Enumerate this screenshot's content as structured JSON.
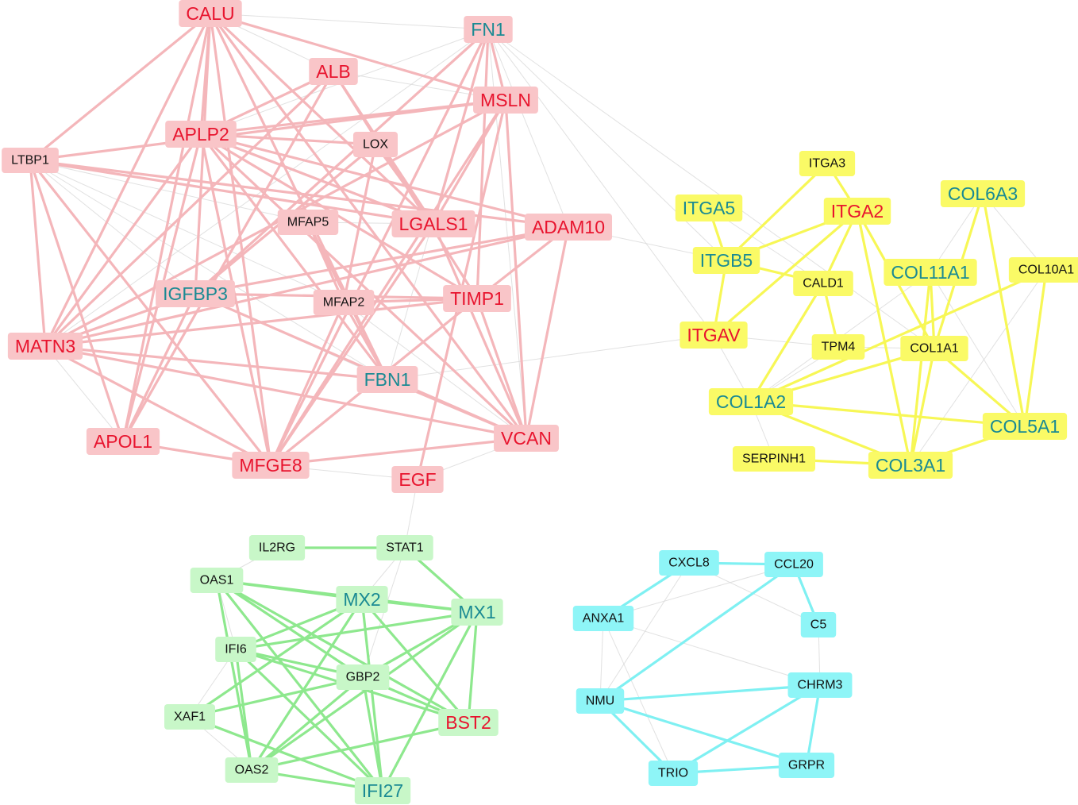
{
  "colors": {
    "pink_fill": "#f9c5c8",
    "pink_edge": "#f4b6ba",
    "yellow_fill": "#fafa66",
    "yellow_edge": "#f7f756",
    "green_fill": "#c8f7c8",
    "green_edge": "#8ee88e",
    "cyan_fill": "#8ef5f7",
    "cyan_edge": "#7ff0f2",
    "faint_edge": "#d9d9d9",
    "text_red": "#e8142e",
    "text_teal": "#1a8a93",
    "text_black": "#111111"
  },
  "clusters": [
    {
      "id": "pink",
      "fill_key": "pink_fill",
      "edge_key": "pink_edge",
      "nodes": [
        {
          "id": "CALU",
          "label": "CALU",
          "tone": "red",
          "big": true
        },
        {
          "id": "FN1",
          "label": "FN1",
          "tone": "teal",
          "big": true
        },
        {
          "id": "ALB",
          "label": "ALB",
          "tone": "red",
          "big": true
        },
        {
          "id": "MSLN",
          "label": "MSLN",
          "tone": "red",
          "big": true
        },
        {
          "id": "APLP2",
          "label": "APLP2",
          "tone": "red",
          "big": true
        },
        {
          "id": "LOX",
          "label": "LOX",
          "tone": "black",
          "big": false
        },
        {
          "id": "LTBP1",
          "label": "LTBP1",
          "tone": "black",
          "big": false
        },
        {
          "id": "MFAP5",
          "label": "MFAP5",
          "tone": "black",
          "big": false
        },
        {
          "id": "LGALS1",
          "label": "LGALS1",
          "tone": "red",
          "big": true
        },
        {
          "id": "ADAM10",
          "label": "ADAM10",
          "tone": "red",
          "big": true
        },
        {
          "id": "IGFBP3",
          "label": "IGFBP3",
          "tone": "teal",
          "big": true
        },
        {
          "id": "MFAP2",
          "label": "MFAP2",
          "tone": "black",
          "big": false
        },
        {
          "id": "TIMP1",
          "label": "TIMP1",
          "tone": "red",
          "big": true
        },
        {
          "id": "MATN3",
          "label": "MATN3",
          "tone": "red",
          "big": true
        },
        {
          "id": "FBN1",
          "label": "FBN1",
          "tone": "teal",
          "big": true
        },
        {
          "id": "APOL1",
          "label": "APOL1",
          "tone": "red",
          "big": true
        },
        {
          "id": "MFGE8",
          "label": "MFGE8",
          "tone": "red",
          "big": true
        },
        {
          "id": "VCAN",
          "label": "VCAN",
          "tone": "red",
          "big": true
        },
        {
          "id": "EGF",
          "label": "EGF",
          "tone": "red",
          "big": true
        }
      ],
      "edges": [
        [
          "CALU",
          "LTBP1"
        ],
        [
          "CALU",
          "APLP2"
        ],
        [
          "CALU",
          "MSLN"
        ],
        [
          "CALU",
          "IGFBP3"
        ],
        [
          "CALU",
          "MATN3"
        ],
        [
          "CALU",
          "MFGE8"
        ],
        [
          "CALU",
          "VCAN"
        ],
        [
          "CALU",
          "LGALS1"
        ],
        [
          "CALU",
          "APOL1"
        ],
        [
          "CALU",
          "FBN1"
        ],
        [
          "FN1",
          "MSLN"
        ],
        [
          "FN1",
          "LGALS1"
        ],
        [
          "FN1",
          "TIMP1"
        ],
        [
          "FN1",
          "MFGE8"
        ],
        [
          "FN1",
          "IGFBP3"
        ],
        [
          "ALB",
          "APLP2"
        ],
        [
          "ALB",
          "MATN3"
        ],
        [
          "ALB",
          "LGALS1"
        ],
        [
          "ALB",
          "TIMP1"
        ],
        [
          "ALB",
          "APOL1"
        ],
        [
          "MSLN",
          "APLP2"
        ],
        [
          "MSLN",
          "LTBP1"
        ],
        [
          "MSLN",
          "MFGE8"
        ],
        [
          "MSLN",
          "VCAN"
        ],
        [
          "MSLN",
          "MATN3"
        ],
        [
          "MSLN",
          "EGF"
        ],
        [
          "MSLN",
          "LGALS1"
        ],
        [
          "APLP2",
          "LGALS1"
        ],
        [
          "APLP2",
          "ADAM10"
        ],
        [
          "APLP2",
          "MATN3"
        ],
        [
          "APLP2",
          "APOL1"
        ],
        [
          "APLP2",
          "MFGE8"
        ],
        [
          "APLP2",
          "TIMP1"
        ],
        [
          "APLP2",
          "FBN1"
        ],
        [
          "APLP2",
          "VCAN"
        ],
        [
          "LOX",
          "IGFBP3"
        ],
        [
          "LOX",
          "MFAP2"
        ],
        [
          "LOX",
          "LGALS1"
        ],
        [
          "LOX",
          "APLP2"
        ],
        [
          "LTBP1",
          "LGALS1"
        ],
        [
          "LTBP1",
          "ADAM10"
        ],
        [
          "LTBP1",
          "APOL1"
        ],
        [
          "LTBP1",
          "MFGE8"
        ],
        [
          "LTBP1",
          "MATN3"
        ],
        [
          "MFAP5",
          "MFAP2"
        ],
        [
          "MFAP5",
          "FBN1"
        ],
        [
          "LGALS1",
          "VCAN"
        ],
        [
          "LGALS1",
          "MFGE8"
        ],
        [
          "ADAM10",
          "IGFBP3"
        ],
        [
          "ADAM10",
          "MATN3"
        ],
        [
          "ADAM10",
          "VCAN"
        ],
        [
          "ADAM10",
          "TIMP1"
        ],
        [
          "IGFBP3",
          "VCAN"
        ],
        [
          "IGFBP3",
          "MATN3"
        ],
        [
          "IGFBP3",
          "APOL1"
        ],
        [
          "IGFBP3",
          "TIMP1"
        ],
        [
          "MFAP2",
          "FBN1"
        ],
        [
          "MFAP2",
          "MFGE8"
        ],
        [
          "MFAP2",
          "TIMP1"
        ],
        [
          "TIMP1",
          "VCAN"
        ],
        [
          "TIMP1",
          "MFGE8"
        ],
        [
          "TIMP1",
          "MATN3"
        ],
        [
          "MATN3",
          "MFGE8"
        ],
        [
          "MATN3",
          "FBN1"
        ],
        [
          "MATN3",
          "VCAN"
        ],
        [
          "FBN1",
          "VCAN"
        ],
        [
          "APOL1",
          "MFGE8"
        ],
        [
          "MFGE8",
          "VCAN"
        ]
      ]
    },
    {
      "id": "yellow",
      "fill_key": "yellow_fill",
      "edge_key": "yellow_edge",
      "nodes": [
        {
          "id": "ITGA3",
          "label": "ITGA3",
          "tone": "black",
          "big": false
        },
        {
          "id": "ITGA5",
          "label": "ITGA5",
          "tone": "teal",
          "big": true
        },
        {
          "id": "ITGA2",
          "label": "ITGA2",
          "tone": "red",
          "big": true
        },
        {
          "id": "COL6A3",
          "label": "COL6A3",
          "tone": "teal",
          "big": true
        },
        {
          "id": "ITGB5",
          "label": "ITGB5",
          "tone": "teal",
          "big": true
        },
        {
          "id": "COL11A1",
          "label": "COL11A1",
          "tone": "teal",
          "big": true
        },
        {
          "id": "CALD1",
          "label": "CALD1",
          "tone": "black",
          "big": false
        },
        {
          "id": "COL10A1",
          "label": "COL10A1",
          "tone": "black",
          "big": false
        },
        {
          "id": "ITGAV",
          "label": "ITGAV",
          "tone": "red",
          "big": true
        },
        {
          "id": "TPM4",
          "label": "TPM4",
          "tone": "black",
          "big": false
        },
        {
          "id": "COL1A1",
          "label": "COL1A1",
          "tone": "black",
          "big": false
        },
        {
          "id": "COL1A2",
          "label": "COL1A2",
          "tone": "teal",
          "big": true
        },
        {
          "id": "COL5A1",
          "label": "COL5A1",
          "tone": "teal",
          "big": true
        },
        {
          "id": "SERPINH1",
          "label": "SERPINH1",
          "tone": "black",
          "big": false
        },
        {
          "id": "COL3A1",
          "label": "COL3A1",
          "tone": "teal",
          "big": true
        }
      ],
      "edges": [
        [
          "ITGA3",
          "ITGB5"
        ],
        [
          "ITGA3",
          "ITGA2"
        ],
        [
          "ITGA5",
          "ITGB5"
        ],
        [
          "ITGB5",
          "ITGA2"
        ],
        [
          "ITGB5",
          "CALD1"
        ],
        [
          "ITGB5",
          "ITGAV"
        ],
        [
          "ITGA2",
          "ITGAV"
        ],
        [
          "ITGA2",
          "CALD1"
        ],
        [
          "ITGA2",
          "COL1A1"
        ],
        [
          "ITGA2",
          "COL3A1"
        ],
        [
          "CALD1",
          "TPM4"
        ],
        [
          "CALD1",
          "COL1A2"
        ],
        [
          "COL6A3",
          "COL5A1"
        ],
        [
          "COL6A3",
          "COL1A1"
        ],
        [
          "COL11A1",
          "COL1A1"
        ],
        [
          "COL11A1",
          "COL3A1"
        ],
        [
          "COL10A1",
          "COL1A2"
        ],
        [
          "COL10A1",
          "COL5A1"
        ],
        [
          "COL1A1",
          "COL1A2"
        ],
        [
          "COL1A1",
          "COL5A1"
        ],
        [
          "COL1A1",
          "COL3A1"
        ],
        [
          "COL1A2",
          "COL5A1"
        ],
        [
          "COL1A2",
          "COL3A1"
        ],
        [
          "SERPINH1",
          "COL3A1"
        ],
        [
          "COL5A1",
          "COL3A1"
        ]
      ]
    },
    {
      "id": "green",
      "fill_key": "green_fill",
      "edge_key": "green_edge",
      "nodes": [
        {
          "id": "IL2RG",
          "label": "IL2RG",
          "tone": "black",
          "big": false
        },
        {
          "id": "STAT1",
          "label": "STAT1",
          "tone": "black",
          "big": false
        },
        {
          "id": "OAS1",
          "label": "OAS1",
          "tone": "black",
          "big": false
        },
        {
          "id": "MX2",
          "label": "MX2",
          "tone": "teal",
          "big": true
        },
        {
          "id": "MX1",
          "label": "MX1",
          "tone": "teal",
          "big": true
        },
        {
          "id": "IFI6",
          "label": "IFI6",
          "tone": "black",
          "big": false
        },
        {
          "id": "GBP2",
          "label": "GBP2",
          "tone": "black",
          "big": false
        },
        {
          "id": "XAF1",
          "label": "XAF1",
          "tone": "black",
          "big": false
        },
        {
          "id": "BST2",
          "label": "BST2",
          "tone": "red",
          "big": true
        },
        {
          "id": "OAS2",
          "label": "OAS2",
          "tone": "black",
          "big": false
        },
        {
          "id": "IFI27",
          "label": "IFI27",
          "tone": "teal",
          "big": true
        }
      ],
      "edges": [
        [
          "IL2RG",
          "STAT1"
        ],
        [
          "STAT1",
          "MX1"
        ],
        [
          "OAS1",
          "MX2"
        ],
        [
          "OAS1",
          "MX1"
        ],
        [
          "OAS1",
          "GBP2"
        ],
        [
          "OAS1",
          "BST2"
        ],
        [
          "OAS1",
          "IFI27"
        ],
        [
          "OAS1",
          "OAS2"
        ],
        [
          "MX2",
          "MX1"
        ],
        [
          "MX2",
          "IFI6"
        ],
        [
          "MX2",
          "XAF1"
        ],
        [
          "MX2",
          "OAS2"
        ],
        [
          "MX2",
          "BST2"
        ],
        [
          "MX2",
          "IFI27"
        ],
        [
          "MX1",
          "IFI6"
        ],
        [
          "MX1",
          "GBP2"
        ],
        [
          "MX1",
          "OAS2"
        ],
        [
          "MX1",
          "IFI27"
        ],
        [
          "MX1",
          "BST2"
        ],
        [
          "IFI6",
          "GBP2"
        ],
        [
          "IFI6",
          "BST2"
        ],
        [
          "IFI6",
          "IFI27"
        ],
        [
          "IFI6",
          "OAS2"
        ],
        [
          "GBP2",
          "XAF1"
        ],
        [
          "GBP2",
          "OAS2"
        ],
        [
          "GBP2",
          "IFI27"
        ],
        [
          "GBP2",
          "BST2"
        ],
        [
          "XAF1",
          "IFI27"
        ],
        [
          "OAS2",
          "IFI27"
        ],
        [
          "OAS2",
          "BST2"
        ]
      ]
    },
    {
      "id": "cyan",
      "fill_key": "cyan_fill",
      "edge_key": "cyan_edge",
      "nodes": [
        {
          "id": "CXCL8",
          "label": "CXCL8",
          "tone": "black",
          "big": false
        },
        {
          "id": "CCL20",
          "label": "CCL20",
          "tone": "black",
          "big": false
        },
        {
          "id": "ANXA1",
          "label": "ANXA1",
          "tone": "black",
          "big": false
        },
        {
          "id": "C5",
          "label": "C5",
          "tone": "black",
          "big": false
        },
        {
          "id": "CHRM3",
          "label": "CHRM3",
          "tone": "black",
          "big": false
        },
        {
          "id": "NMU",
          "label": "NMU",
          "tone": "black",
          "big": false
        },
        {
          "id": "GRPR",
          "label": "GRPR",
          "tone": "black",
          "big": false
        },
        {
          "id": "TRIO",
          "label": "TRIO",
          "tone": "black",
          "big": false
        }
      ],
      "edges": [
        [
          "CXCL8",
          "CCL20"
        ],
        [
          "CXCL8",
          "ANXA1"
        ],
        [
          "CCL20",
          "C5"
        ],
        [
          "CCL20",
          "NMU"
        ],
        [
          "NMU",
          "CHRM3"
        ],
        [
          "NMU",
          "TRIO"
        ],
        [
          "NMU",
          "GRPR"
        ],
        [
          "CHRM3",
          "GRPR"
        ],
        [
          "CHRM3",
          "TRIO"
        ],
        [
          "TRIO",
          "GRPR"
        ]
      ]
    }
  ],
  "faint_edges": [
    [
      "FN1",
      "ADAM10"
    ],
    [
      "FN1",
      "VCAN"
    ],
    [
      "FN1",
      "ITGAV"
    ],
    [
      "FN1",
      "ITGB5"
    ],
    [
      "FN1",
      "FBN1"
    ],
    [
      "FN1",
      "MATN3"
    ],
    [
      "FN1",
      "COL1A1"
    ],
    [
      "FN1",
      "APLP2"
    ],
    [
      "CALU",
      "ALB"
    ],
    [
      "CALU",
      "FN1"
    ],
    [
      "ALB",
      "MSLN"
    ],
    [
      "LTBP1",
      "MFAP5"
    ],
    [
      "LTBP1",
      "FBN1"
    ],
    [
      "LTBP1",
      "MFAP2"
    ],
    [
      "LTBP1",
      "IGFBP3"
    ],
    [
      "MFAP5",
      "LGALS1"
    ],
    [
      "MFAP2",
      "VCAN"
    ],
    [
      "IGFBP3",
      "FBN1"
    ],
    [
      "APOL1",
      "MATN3"
    ],
    [
      "EGF",
      "VCAN"
    ],
    [
      "EGF",
      "STAT1"
    ],
    [
      "EGF",
      "MFGE8"
    ],
    [
      "FBN1",
      "ITGAV"
    ],
    [
      "ADAM10",
      "ITGB5"
    ],
    [
      "ITGA5",
      "CALD1"
    ],
    [
      "ITGAV",
      "TPM4"
    ],
    [
      "COL6A3",
      "COL11A1"
    ],
    [
      "COL6A3",
      "COL10A1"
    ],
    [
      "COL11A1",
      "COL1A2"
    ],
    [
      "COL11A1",
      "COL5A1"
    ],
    [
      "ITGAV",
      "COL1A2"
    ],
    [
      "TPM4",
      "COL1A2"
    ],
    [
      "COL10A1",
      "COL3A1"
    ],
    [
      "SERPINH1",
      "COL1A2"
    ],
    [
      "TPM4",
      "COL1A1"
    ],
    [
      "IL2RG",
      "OAS1"
    ],
    [
      "OAS1",
      "IFI6"
    ],
    [
      "STAT1",
      "MX2"
    ],
    [
      "STAT1",
      "GBP2"
    ],
    [
      "XAF1",
      "OAS2"
    ],
    [
      "IFI6",
      "XAF1"
    ],
    [
      "CXCL8",
      "NMU"
    ],
    [
      "ANXA1",
      "NMU"
    ],
    [
      "ANXA1",
      "CCL20"
    ],
    [
      "ANXA1",
      "CHRM3"
    ],
    [
      "CXCL8",
      "C5"
    ],
    [
      "ANXA1",
      "TRIO"
    ],
    [
      "C5",
      "CHRM3"
    ]
  ]
}
